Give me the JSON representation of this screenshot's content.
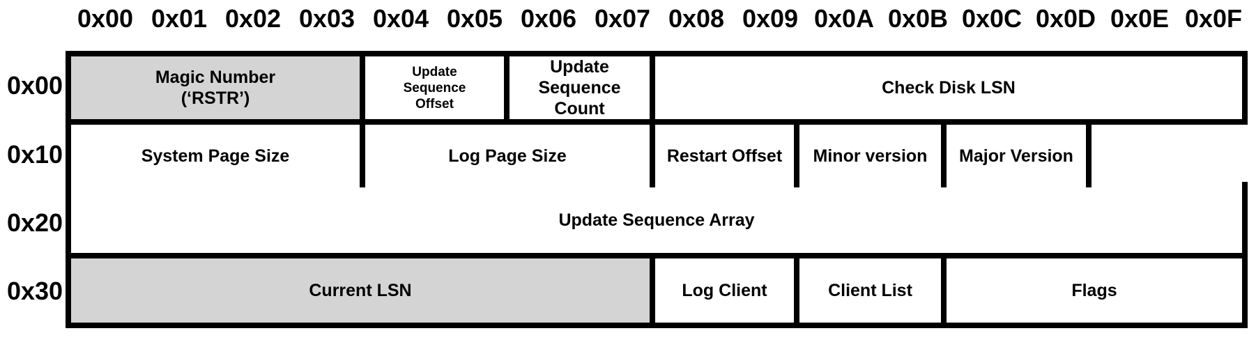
{
  "columns": [
    "0x00",
    "0x01",
    "0x02",
    "0x03",
    "0x04",
    "0x05",
    "0x06",
    "0x07",
    "0x08",
    "0x09",
    "0x0A",
    "0x0B",
    "0x0C",
    "0x0D",
    "0x0E",
    "0x0F"
  ],
  "rows": [
    "0x00",
    "0x10",
    "0x20",
    "0x30"
  ],
  "fields": {
    "magic_number": "Magic Number\n(‘RSTR’)",
    "update_sequence_offset": "Update\nSequence\nOffset",
    "update_sequence_count": "Update\nSequence Count",
    "check_disk_lsn": "Check Disk LSN",
    "system_page_size": "System Page Size",
    "log_page_size": "Log Page Size",
    "restart_offset": "Restart Offset",
    "minor_version": "Minor version",
    "major_version": "Major Version",
    "update_sequence_array": "Update Sequence Array",
    "current_lsn": "Current LSN",
    "log_client": "Log Client",
    "client_list": "Client List",
    "flags": "Flags"
  },
  "colors": {
    "shaded": "#d4d4d4",
    "border": "#000000",
    "background": "#ffffff"
  }
}
